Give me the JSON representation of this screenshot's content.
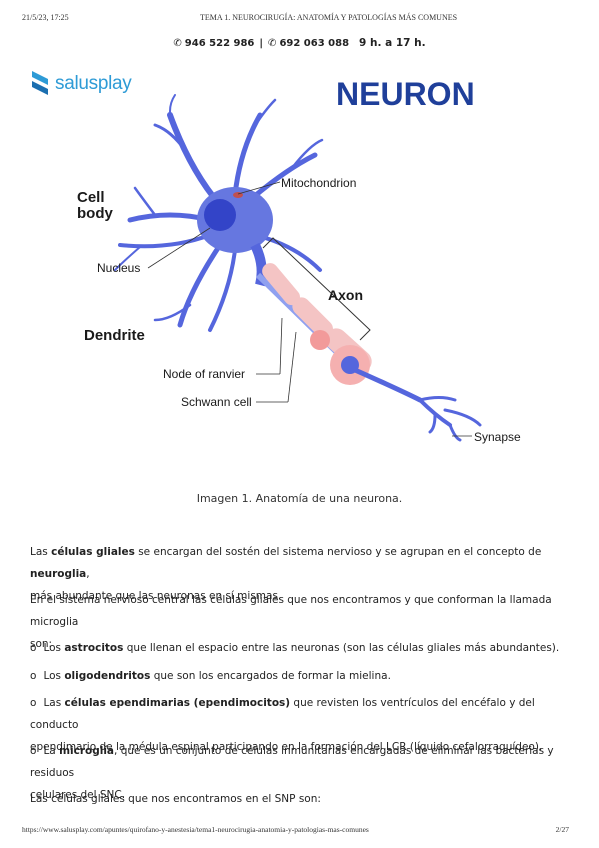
{
  "header": {
    "date": "21/5/23, 17:25",
    "title": "TEMA 1. NEUROCIRUGÍA: ANATOMÍA Y PATOLOGÍAS MÁS COMUNES"
  },
  "contact": {
    "phone1": "946 522 986",
    "separator": "|",
    "phone2": "692 063 088",
    "hours": "9 h. a 17 h.",
    "phone_icon": "phone-icon",
    "whatsapp_icon": "whatsapp-icon"
  },
  "logo": {
    "text": "salusplay"
  },
  "figure": {
    "title": "NEURON",
    "labels": {
      "cell_body": "Cell",
      "cell_body_2": "body",
      "mitochondrion": "Mitochondrion",
      "nucleus": "Nucleus",
      "axon": "Axon",
      "dendrite": "Dendrite",
      "node": "Node of ranvier",
      "schwann": "Schwann cell",
      "synapse": "Synapse"
    },
    "colors": {
      "title": "#1f3f9a",
      "neuron": "#5566dd",
      "neuron_light": "#8fa0f0",
      "myelin": "#f4b8b8"
    }
  },
  "caption": "Imagen 1. Anatomía de una neurona.",
  "paragraphs": {
    "p1_a": "Las ",
    "p1_b": "células gliales",
    "p1_c": " se encargan del sostén del sistema nervioso y se agrupan en el concepto de ",
    "p1_d": "neuroglia",
    "p1_e": ",",
    "p1_line2": "más abundante que las neuronas en sí mismas.",
    "p2_line1": "En el sistema nervioso central las células gliales que nos encontramos y que conforman la llamada microglia",
    "p2_line2": "son:",
    "bullet": "o",
    "b1_a": "Los ",
    "b1_b": "astrocitos",
    "b1_c": " que llenan el espacio entre las neuronas (son las células gliales más abundantes).",
    "b2_a": "Los ",
    "b2_b": "oligodendritos",
    "b2_c": " que son los encargados de formar la mielina.",
    "b3_a": "Las ",
    "b3_b": "células ependimarias (ependimocitos)",
    "b3_c": " que revisten los ventrículos del encéfalo y del conducto",
    "b3_line2": "ependimario de la médula espinal participando en la formación del LCR (líquido cefalorraquídeo).",
    "b4_a": "La ",
    "b4_b": "microglía",
    "b4_c": ", que es un conjunto de células inmunitarias encargadas de eliminar las bacterias y residuos",
    "b4_line2": "celulares del SNC.",
    "p3": "Las células gliales que nos encontramos en el SNP son:"
  },
  "footer": {
    "url": "https://www.salusplay.com/apuntes/quirofano-y-anestesia/tema1-neurocirugia-anatomia-y-patologias-mas-comunes",
    "page": "2/27"
  }
}
